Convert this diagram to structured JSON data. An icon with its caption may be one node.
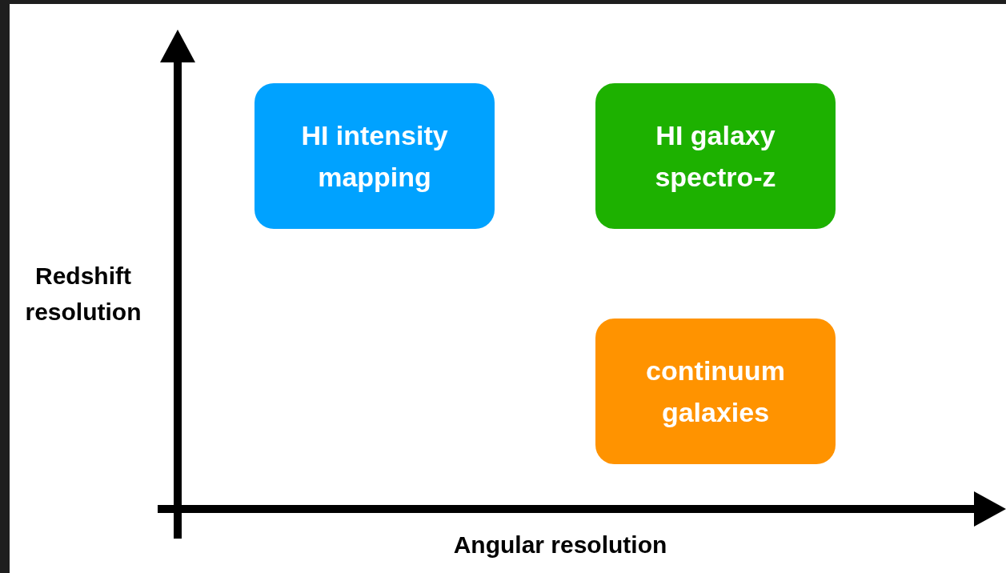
{
  "diagram": {
    "nodes": [
      {
        "text": [
          "HI intensity mapping"
        ]
      },
      {
        "text": [
          "HI galaxy spectro-z"
        ]
      },
      {
        "text": [
          "continuum galaxies"
        ]
      }
    ],
    "labels": [
      "Redshift resolution",
      "Angular resolution"
    ]
  }
}
